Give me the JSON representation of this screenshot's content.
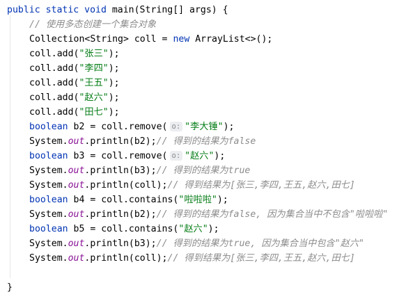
{
  "code": {
    "l01": {
      "kw1": "public static void",
      "p2": " main(String[] args) {"
    },
    "l02": {
      "comment": "// 使用多态创建一个集合对象"
    },
    "l03": {
      "p1": "Collection<String> coll = ",
      "kw": "new",
      "p2": " ArrayList<>();"
    },
    "l04": {
      "p1": "coll.add(",
      "s": "\"张三\"",
      "p2": ");"
    },
    "l05": {
      "p1": "coll.add(",
      "s": "\"李四\"",
      "p2": ");"
    },
    "l06": {
      "p1": "coll.add(",
      "s": "\"王五\"",
      "p2": ");"
    },
    "l07": {
      "p1": "coll.add(",
      "s": "\"赵六\"",
      "p2": ");"
    },
    "l08": {
      "p1": "coll.add(",
      "s": "\"田七\"",
      "p2": ");"
    },
    "l09": {
      "kw": "boolean",
      "p1": " b2 = coll.remove(",
      "hint": "o:",
      "s": "\"李大锤\"",
      "p2": ");"
    },
    "l10": {
      "p1": "System.",
      "fld": "out",
      "p2": ".println(b2);",
      "comment": "// 得到的结果为false"
    },
    "l11": {
      "kw": "boolean",
      "p1": " b3 = coll.remove(",
      "hint": "o:",
      "s": "\"赵六\"",
      "p2": ");"
    },
    "l12": {
      "p1": "System.",
      "fld": "out",
      "p2": ".println(b3);",
      "comment": "// 得到的结果为true"
    },
    "l13": {
      "p1": "System.",
      "fld": "out",
      "p2": ".println(coll);",
      "comment": "// 得到结果为[张三,李四,王五,赵六,田七]"
    },
    "l14": {
      "kw": "boolean",
      "p1": " b4 = coll.contains(",
      "s": "\"啦啦啦\"",
      "p2": ");"
    },
    "l15": {
      "p1": "System.",
      "fld": "out",
      "p2": ".println(b2);",
      "comment": "// 得到的结果为false, 因为集合当中不包含\"啦啦啦\""
    },
    "l16": {
      "kw": "boolean",
      "p1": " b5 = coll.contains(",
      "s": "\"赵六\"",
      "p2": ");"
    },
    "l17": {
      "p1": "System.",
      "fld": "out",
      "p2": ".println(b3);",
      "comment": "// 得到的结果为true, 因为集合当中包含\"赵六\""
    },
    "l18": {
      "p1": "System.",
      "fld": "out",
      "p2": ".println(coll);",
      "comment": "// 得到结果为[张三,李四,王五,赵六,田七]"
    },
    "l20": {
      "p1": "}"
    }
  }
}
